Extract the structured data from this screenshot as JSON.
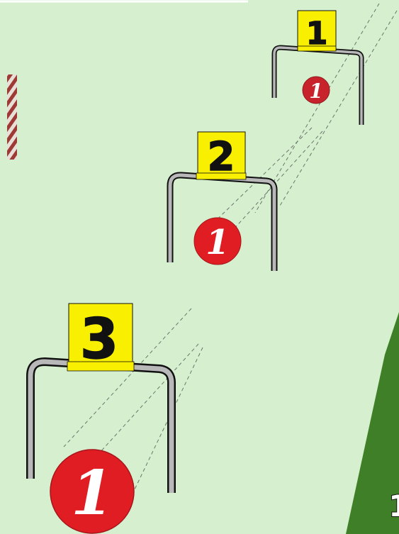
{
  "scene": {
    "background_color": "#d6f0cf",
    "gates": [
      {
        "sign_number": "1",
        "badge_number": "1",
        "sign_color": "#f8f000",
        "badge_color": "#c8232c"
      },
      {
        "sign_number": "2",
        "badge_number": "1",
        "sign_color": "#f8f000",
        "badge_color": "#e11d24"
      },
      {
        "sign_number": "3",
        "badge_number": "1",
        "sign_color": "#f8f000",
        "badge_color": "#e11d24"
      }
    ],
    "ramp": {
      "color": "#3f7f27",
      "partial_number": "1"
    },
    "side_marker": {
      "color_a": "#9e3a34",
      "color_b": "#e7e0d8"
    }
  }
}
